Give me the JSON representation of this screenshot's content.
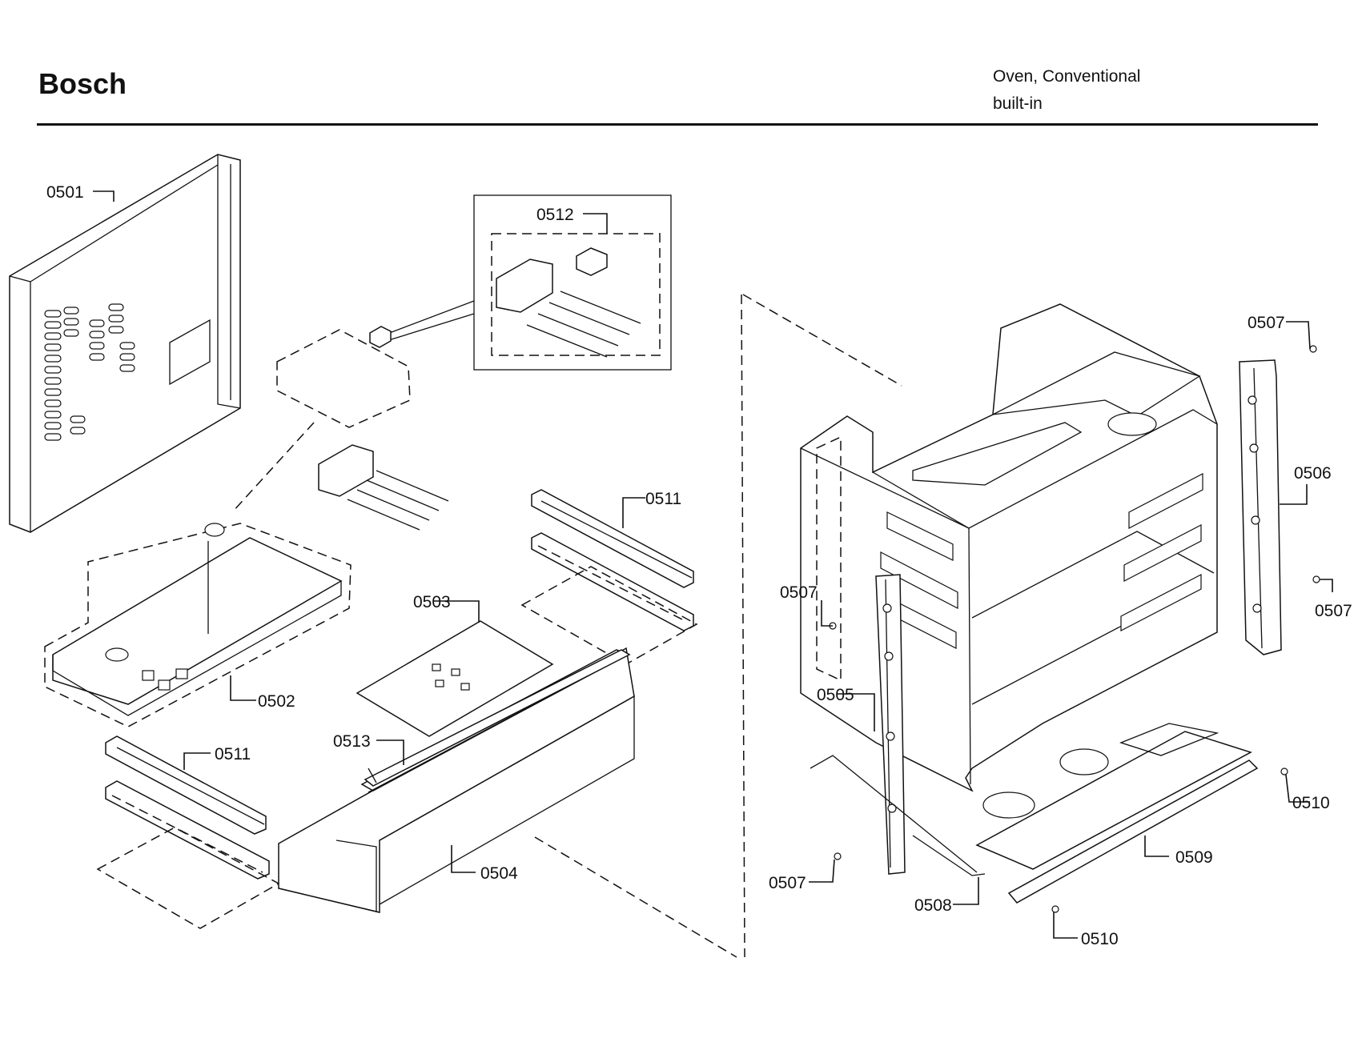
{
  "header": {
    "brand": "Bosch",
    "line1": "Oven, Conventional",
    "line2": "built-in"
  },
  "labels": {
    "p0501": "0501",
    "p0502": "0502",
    "p0503": "0503",
    "p0504": "0504",
    "p0505": "0505",
    "p0506": "0506",
    "p0507_a": "0507",
    "p0507_b": "0507",
    "p0507_c": "0507",
    "p0507_d": "0507",
    "p0508": "0508",
    "p0509": "0509",
    "p0510_a": "0510",
    "p0510_b": "0510",
    "p0511_a": "0511",
    "p0511_b": "0511",
    "p0512": "0512",
    "p0513": "0513"
  }
}
